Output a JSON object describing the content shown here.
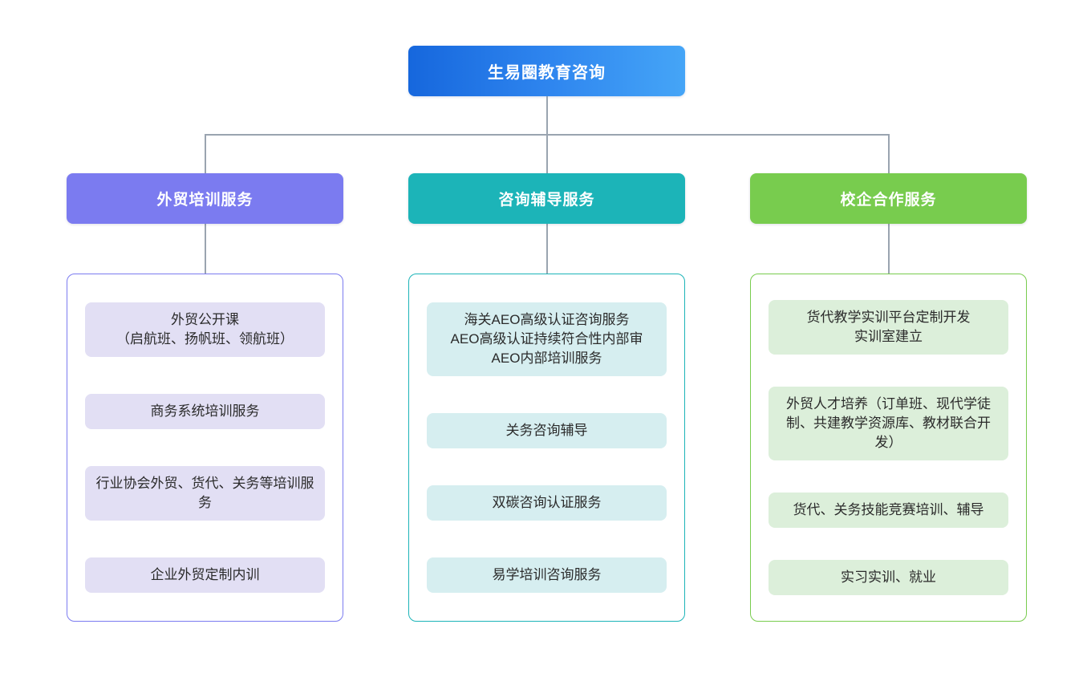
{
  "diagram": {
    "root": {
      "label": "生易圈教育咨询",
      "color": "#1667dd",
      "color_end": "#45a5f7"
    },
    "branches": [
      {
        "label": "外贸培训服务",
        "header_color": "#7b7bf0",
        "border_color": "#7b7bf0",
        "leaf_color": "#e2dff4",
        "items": [
          "外贸公开课\n（启航班、扬帆班、领航班）",
          "商务系统培训服务",
          "行业协会外贸、货代、关务等培训服务",
          "企业外贸定制内训"
        ]
      },
      {
        "label": "咨询辅导服务",
        "header_color": "#1cb4b8",
        "border_color": "#1cb4b8",
        "leaf_color": "#d6eef0",
        "items": [
          "海关AEO高级认证咨询服务\nAEO高级认证持续符合性内部审\nAEO内部培训服务",
          "关务咨询辅导",
          "双碳咨询认证服务",
          "易学培训咨询服务"
        ]
      },
      {
        "label": "校企合作服务",
        "header_color": "#78cc4e",
        "border_color": "#78cc4e",
        "leaf_color": "#dcefda",
        "items": [
          "货代教学实训平台定制开发\n实训室建立",
          "外贸人才培养（订单班、现代学徒制、共建教学资源库、教材联合开发）",
          "货代、关务技能竞赛培训、辅导",
          "实习实训、就业"
        ]
      }
    ],
    "connector_color": "#9aa4b0"
  }
}
